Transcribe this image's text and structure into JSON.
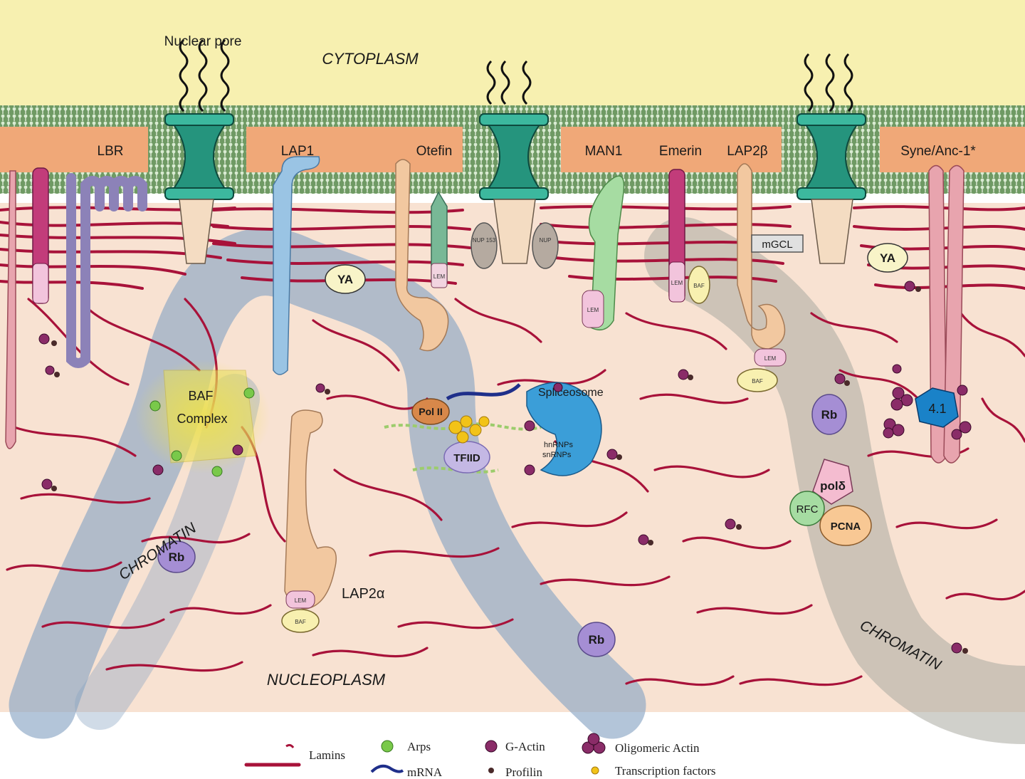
{
  "labels": {
    "nuclear_pore": "Nuclear pore",
    "cytoplasm": "CYTOPLASM",
    "nucleoplasm": "NUCLEOPLASM",
    "chromatin_left": "CHROMATIN",
    "chromatin_right": "CHROMATIN"
  },
  "membrane_proteins": {
    "lbr": "LBR",
    "lap1": "LAP1",
    "otefin": "Otefin",
    "man1": "MAN1",
    "emerin": "Emerin",
    "lap2b": "LAP2β",
    "syne": "Syne/Anc-1*"
  },
  "small_labels": {
    "lem": "LEM",
    "baf": "BAF",
    "mgcl": "mGCL",
    "ya": "YA",
    "nup153": "NUP 153",
    "nup": "NUP"
  },
  "complexes": {
    "baf_complex_1": "BAF",
    "baf_complex_2": "Complex",
    "pol2": "Pol II",
    "tfiid": "TFIID",
    "spliceosome": "Spliceosome",
    "hnrnps": "hnRNPs",
    "snrnps": "snRNPs",
    "rb": "Rb",
    "protein41": "4.1",
    "pold": "polδ",
    "rfc": "RFC",
    "pcna": "PCNA",
    "lap2a": "LAP2α"
  },
  "legend": {
    "lamins": "Lamins",
    "arps": "Arps",
    "mrna": "mRNA",
    "gactin": "G-Actin",
    "profilin": "Profilin",
    "oligomeric": "Oligomeric Actin",
    "tf": "Transcription factors"
  },
  "colors": {
    "cytoplasm": "#f7f0b0",
    "nucleoplasm": "#f8e2d2",
    "lamina": "#f0a878",
    "lamin": "#a8123a",
    "pore": "#2ea58c",
    "chromatin": "#8aa6c4",
    "gactin": "#8a2c68",
    "arps": "#79c94a",
    "mrna": "#1f2f8a",
    "tf": "#f2c318"
  }
}
